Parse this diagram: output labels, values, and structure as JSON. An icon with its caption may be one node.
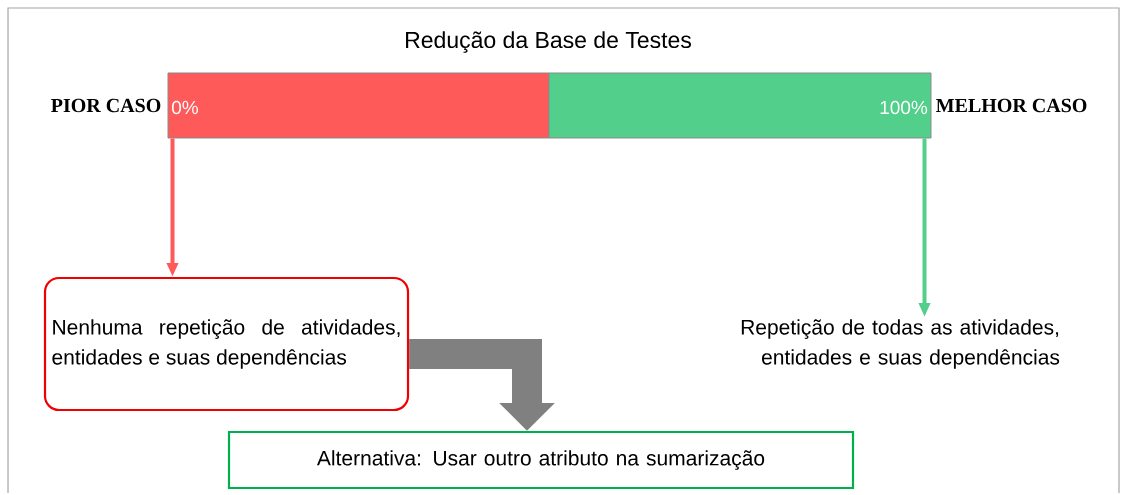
{
  "diagram": {
    "title": "Redução da Base de Testes",
    "nodes": [
      {
        "text": [
          "0%"
        ],
        "beside": [
          "PIOR CASO"
        ]
      },
      {
        "text": [
          "100%"
        ],
        "beside": [
          "MELHOR CASO"
        ]
      },
      {
        "text": [
          "Nenhuma repetição de atividades, entidades e suas dependências"
        ]
      },
      {
        "text": [
          "Repetição de todas as atividades, entidades e suas dependências"
        ]
      },
      {
        "text": [
          "Alternativa: Usar outro atributo na sumarização"
        ]
      }
    ],
    "edges": [
      {
        "from": 0,
        "to": 2,
        "arrow": "to",
        "color": "#ff5a5a"
      },
      {
        "from": 1,
        "to": 3,
        "arrow": "to",
        "color": "#52cf8a"
      },
      {
        "from": 2,
        "to": 4,
        "arrow": "to",
        "style": "thick",
        "color": "#808080"
      }
    ]
  }
}
